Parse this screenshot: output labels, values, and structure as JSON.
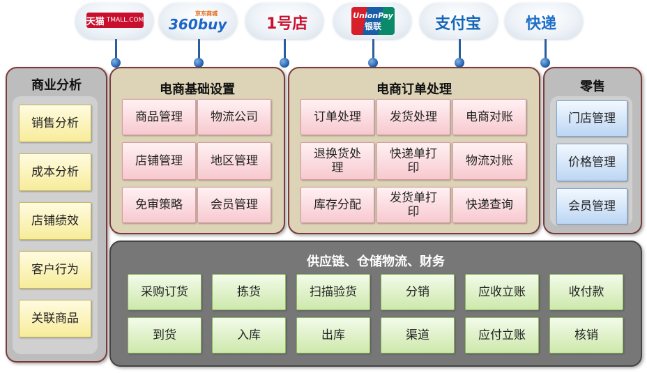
{
  "logos": [
    {
      "id": "tmall",
      "line1": "天猫",
      "line2": "TMALL.COM",
      "fg": "#ffffff",
      "bg": "#c8102e"
    },
    {
      "id": "360buy",
      "line1": "360buy",
      "line2": "京东商城",
      "fg": "#1c66c7",
      "bg": "transparent"
    },
    {
      "id": "yihaodian",
      "line1": "1号店",
      "fg": "#c8102e",
      "bg": "transparent"
    },
    {
      "id": "unionpay",
      "line1": "UnionPay",
      "line2": "银联",
      "fg": "#ffffff",
      "bg": "#1a5ea8"
    },
    {
      "id": "alipay",
      "line1": "支付宝",
      "fg": "#1466b8",
      "bg": "transparent"
    },
    {
      "id": "express",
      "line1": "快递",
      "fg": "#1e6fc8",
      "bg": "transparent"
    }
  ],
  "panels": {
    "business_analysis": {
      "title": "商业分析",
      "items": [
        "销售分析",
        "成本分析",
        "店铺绩效",
        "客户行为",
        "关联商品"
      ]
    },
    "ecommerce_basic": {
      "title": "电商基础设置",
      "items": [
        "商品管理",
        "物流公司",
        "店铺管理",
        "地区管理",
        "免审策略",
        "会员管理"
      ]
    },
    "ecommerce_orders": {
      "title": "电商订单处理",
      "items": [
        "订单处理",
        "发货处理",
        "电商对账",
        "退换货处理",
        "快递单打印",
        "物流对账",
        "库存分配",
        "发货单打印",
        "快递查询"
      ]
    },
    "retail": {
      "title": "零售",
      "items": [
        "门店管理",
        "价格管理",
        "会员管理"
      ]
    },
    "supply_chain": {
      "title": "供应链、仓储物流、财务",
      "items": [
        "采购订货",
        "拣货",
        "扫描验货",
        "分销",
        "应收立账",
        "收付款",
        "到货",
        "入库",
        "出库",
        "渠道",
        "应付立账",
        "核销"
      ]
    }
  },
  "colors": {
    "connector": "#2a5d9a",
    "panel_gray": "#bdbdbd",
    "panel_tan": "#ddd3b6",
    "panel_dark": "#777777",
    "cell_yellow": "#f7ec9a",
    "cell_pink": "#f7c9cf",
    "cell_blue": "#bcd6f3",
    "cell_green": "#cde8ab"
  }
}
